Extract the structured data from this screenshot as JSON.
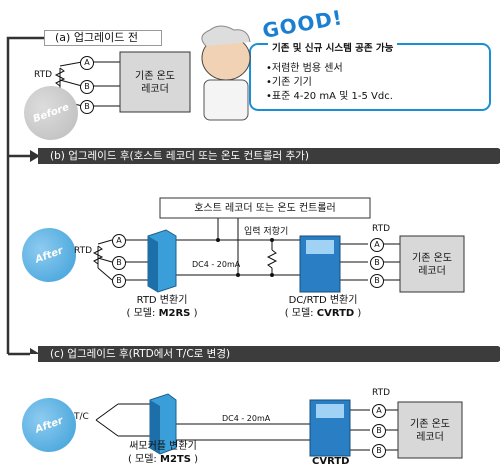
{
  "section_a": {
    "label": "(a) 업그레이드 전"
  },
  "section_b": {
    "label": "(b) 업그레이드 후(호스트 레코더 또는 온도 컨트롤러 추가)"
  },
  "section_c": {
    "label": "(c) 업그레이드 후(RTD에서 T/C로 변경)"
  },
  "badges": {
    "before": "Before",
    "after": "After"
  },
  "good": "GOOD!",
  "callout": {
    "title": "기존 및 신규 시스템 공존 가능",
    "items": [
      "•저렴한 범용 센서",
      "•기존 기기",
      "•표준 4-20 mA 및 1-5 Vdc."
    ]
  },
  "terminals": {
    "a": "A",
    "b": "B"
  },
  "labels": {
    "rtd": "RTD",
    "tc": "T/C",
    "existing_recorder_1": "기존 온도",
    "existing_recorder_2": "레코더",
    "host_recorder": "호스트 레코더 또는 온도 컨트롤러",
    "input_resistor": "입력 저항기",
    "dc_signal": "DC4 - 20mA",
    "dc_signal_c": "DC4 - 20mA",
    "rtd_converter": "RTD 변환기",
    "rtd_converter_model_prefix": "( 모델:",
    "rtd_converter_model": "M2RS",
    "dcrtd_converter": "DC/RTD 변환기",
    "dcrtd_converter_model_prefix": "( 모델:",
    "dcrtd_converter_model": "CVRTD",
    "thermocouple_converter": "써모커플 변환기",
    "thermocouple_converter_model_prefix": "( 모델:",
    "thermocouple_converter_model": "M2TS",
    "cvrtd": "CVRTD",
    "close_paren": ")"
  },
  "colors": {
    "band": "#3c3c3c",
    "badge": "#3a9fd8",
    "callout_border": "#1a8fd8",
    "good_text": "#1a7fd0"
  }
}
